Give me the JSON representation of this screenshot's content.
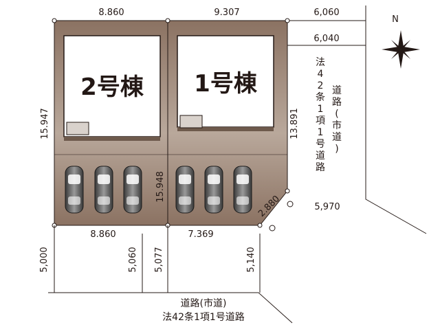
{
  "lots": {
    "lot2": {
      "label": "2号棟",
      "top_width": "8.860",
      "bottom_width": "8.860",
      "left_depth": "15.947",
      "right_depth": "15.948"
    },
    "lot1": {
      "label": "1号棟",
      "top_width": "9.307",
      "bottom_width": "7.369",
      "right_depth": "13.891",
      "corner_cut": "2.880"
    }
  },
  "setbacks": {
    "north_upper": "6,060",
    "north_lower": "6,040",
    "east_lower": "5,970",
    "south_a": "5,000",
    "south_b": "5,060",
    "south_c": "5,077",
    "south_d": "5,140"
  },
  "roads": {
    "east": {
      "line1": "法42条1項1号道路",
      "line2": "道路(市道)"
    },
    "south": {
      "line1": "道路(市道)",
      "line2": "法42条1項1号道路"
    }
  },
  "compass": {
    "north": "N"
  },
  "colors": {
    "lot_fill": "#8a7463",
    "building_fill": "#ffffff",
    "line": "#231815"
  },
  "vertical": {
    "east_line1": [
      "法",
      "4",
      "2",
      "条",
      "1",
      "項",
      "1",
      "号",
      "道",
      "路"
    ],
    "east_line2": [
      "道",
      "路",
      "(",
      "市",
      "道",
      ")"
    ]
  }
}
